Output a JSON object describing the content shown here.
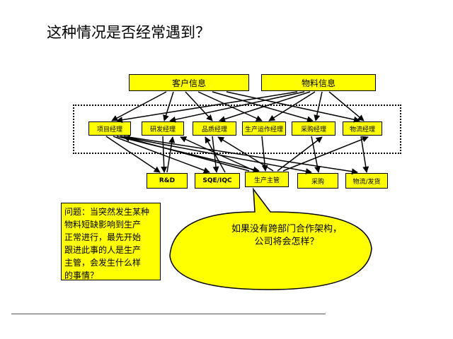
{
  "title": "这种情况是否经常遇到？",
  "top_boxes": [
    "客户信息",
    "物料信息"
  ],
  "managers": [
    "项目经理",
    "研发经理",
    "品质经理",
    "生产运作经理",
    "采购经理",
    "物流经理"
  ],
  "departments": [
    "R&D",
    "SQE/IQC",
    "生产主管",
    "采购",
    "物流/发货"
  ],
  "note": {
    "lines": [
      "问题：当突然发生某种",
      "物料短缺影响到生产",
      "正常进行，最先开始",
      "跟进此事的人是生产",
      "主管，会发生什么样",
      "的事情？"
    ]
  },
  "bubble": {
    "lines": [
      "如果没有跨部门合作架构，",
      "公司将会怎样？"
    ]
  },
  "colors": {
    "box_fill": "#ffff00",
    "border": "#000000"
  }
}
